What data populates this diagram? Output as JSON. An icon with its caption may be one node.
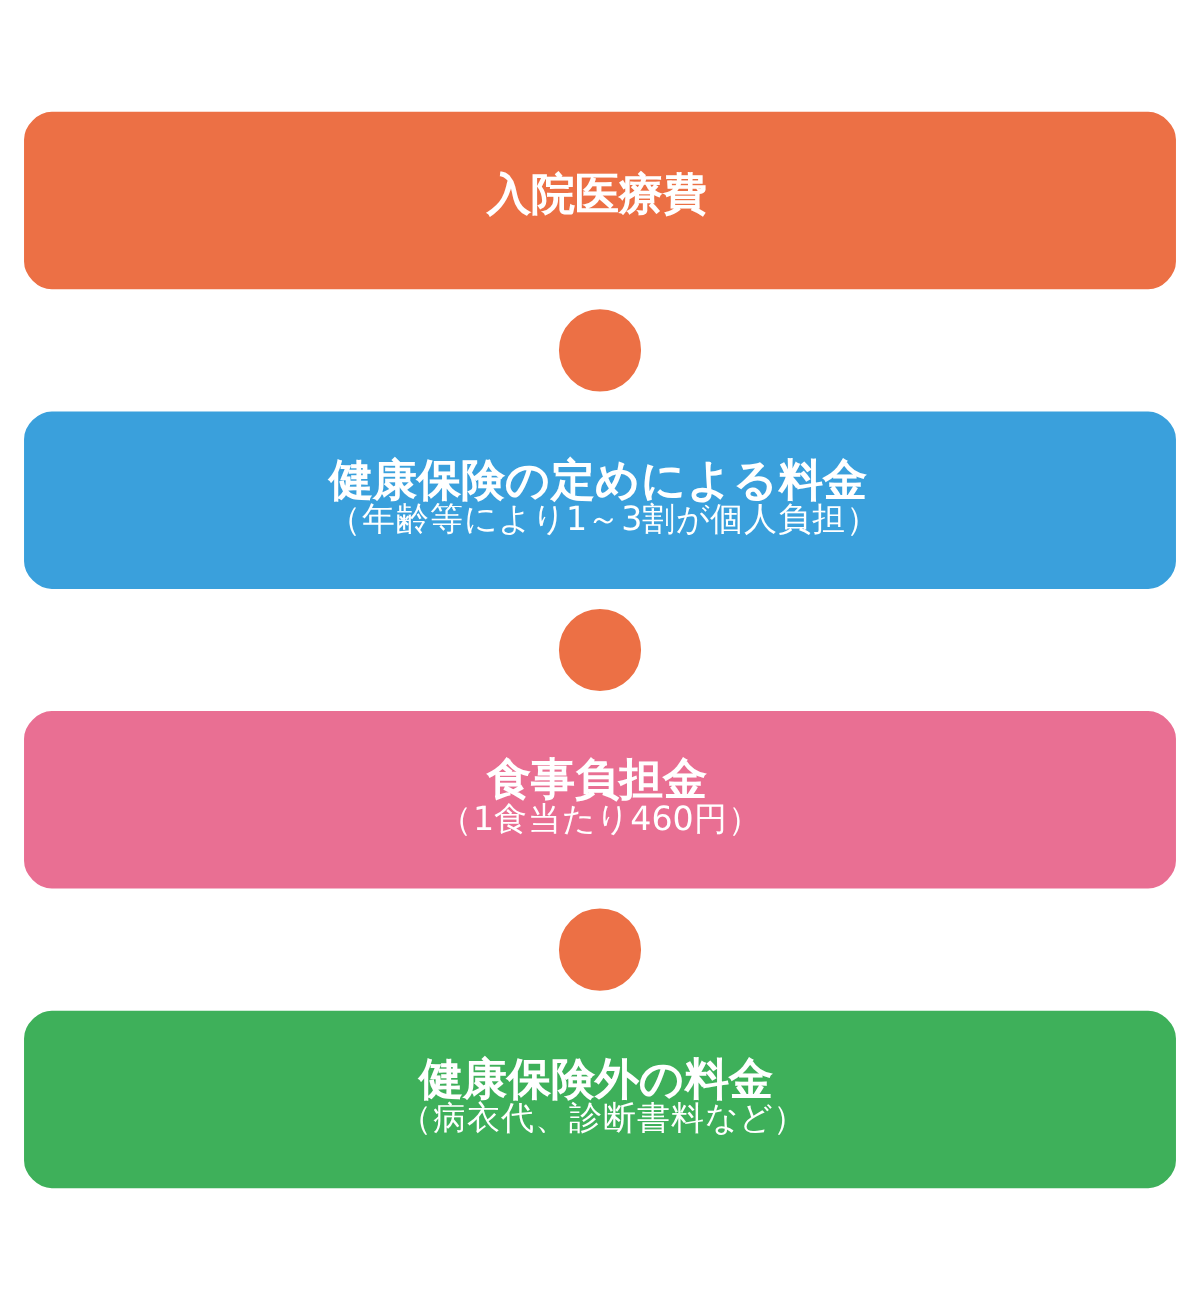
{
  "diagram": {
    "nodes": [
      {
        "text": [
          "入院医療費"
        ]
      },
      {
        "text": [],
        "shape": "circle"
      },
      {
        "text": [
          "健康保険の定めによる料金",
          "（年齢等により1～3割が個人負担）"
        ]
      },
      {
        "text": [],
        "shape": "circle"
      },
      {
        "text": [
          "食事負担金",
          "（1食当たり460円）"
        ]
      },
      {
        "text": [],
        "shape": "circle"
      },
      {
        "text": [
          "健康保険外の料金",
          "（病衣代、診断書料など）"
        ]
      }
    ]
  }
}
